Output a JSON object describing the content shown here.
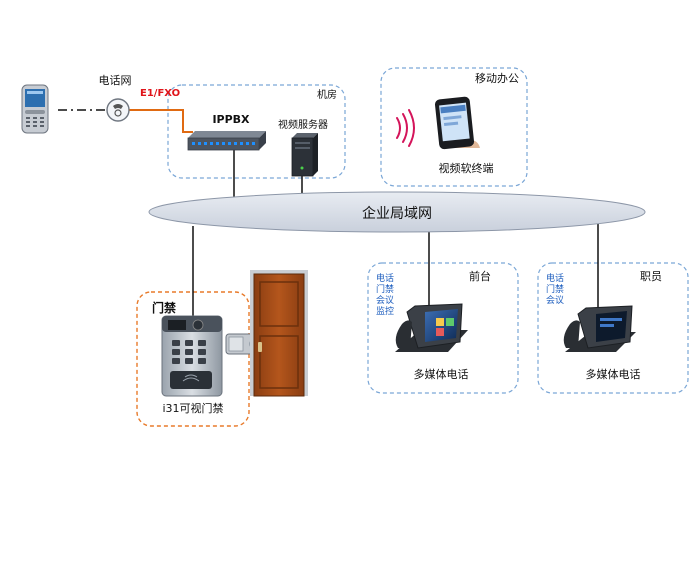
{
  "labels": {
    "pstn": "电话网",
    "e1fxo": "E1/FXO",
    "ippbx": "IPPBX",
    "server_room": "机房",
    "video_server": "视频服务器",
    "mobile_office": "移动办公",
    "video_soft_terminal": "视频软终端",
    "lan": "企业局域网",
    "door_access": "门禁",
    "door_device": "i31可视门禁",
    "front_desk": "前台",
    "staff": "职员",
    "multimedia_phone_1": "多媒体电话",
    "multimedia_phone_2": "多媒体电话"
  },
  "features": {
    "front_desk": [
      "电话",
      "门禁",
      "会议",
      "监控"
    ],
    "staff": [
      "电话",
      "门禁",
      "会议"
    ]
  },
  "colors": {
    "dashed_group": "#7aa6d6",
    "door_group": "#e87a2a",
    "orange_link": "#e06a12",
    "lan_fill": "#d6dce6",
    "feature_text": "#1f5fbf",
    "e1fxo_text": "#e0141a"
  },
  "icons": {
    "mobile_phone": "nokia-phone-icon",
    "pstn_cloud": "telephone-network-icon",
    "ippbx": "network-switch-icon",
    "server": "server-tower-icon",
    "smartphone": "iphone-icon",
    "wireless": "wireless-signal-icon",
    "door": "wooden-door-icon",
    "lock": "electric-lock-icon",
    "intercom": "door-intercom-icon",
    "desk_phone": "video-desk-phone-icon"
  }
}
